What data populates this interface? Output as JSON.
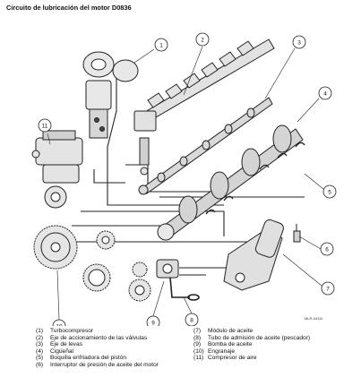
{
  "title": "Circuito de lubricación del motor D0836",
  "figure_code": "MLR-04311",
  "callouts": [
    "1",
    "2",
    "3",
    "4",
    "5",
    "6",
    "7",
    "8",
    "9",
    "10",
    "11"
  ],
  "legend_left": [
    {
      "num": "(1)",
      "label": "Turbocompresor"
    },
    {
      "num": "(2)",
      "label": "Eje de accionamiento de las válvulas"
    },
    {
      "num": "(3)",
      "label": "Eje de levas"
    },
    {
      "num": "(4)",
      "label": "Cigüeñal"
    },
    {
      "num": "(5)",
      "label": "Boquilla enfriadora del pistón"
    },
    {
      "num": "(6)",
      "label": "Interruptor de presión de aceite del motor"
    }
  ],
  "legend_right": [
    {
      "num": "(7)",
      "label": "Módulo de aceite"
    },
    {
      "num": "(8)",
      "label": "Tubo de admisión de aceite (pescador)"
    },
    {
      "num": "(9)",
      "label": "Bomba de aceite"
    },
    {
      "num": "(10)",
      "label": "Engranaje"
    },
    {
      "num": "(11)",
      "label": "Compresor de aire"
    }
  ]
}
